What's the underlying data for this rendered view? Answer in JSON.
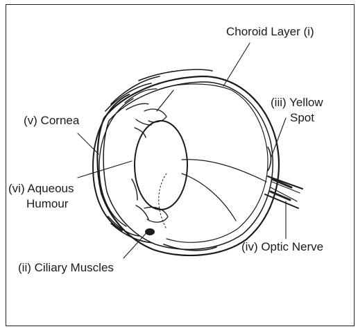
{
  "labels": {
    "choroid": "Choroid Layer (i)",
    "yellow_spot_line1": "(iii) Yellow",
    "yellow_spot_line2": "Spot",
    "cornea": "(v) Cornea",
    "aqueous_line1": "(vi) Aqueous",
    "aqueous_line2": "Humour",
    "optic_nerve": "(iv) Optic Nerve",
    "ciliary": "(ii) Ciliary Muscles"
  }
}
